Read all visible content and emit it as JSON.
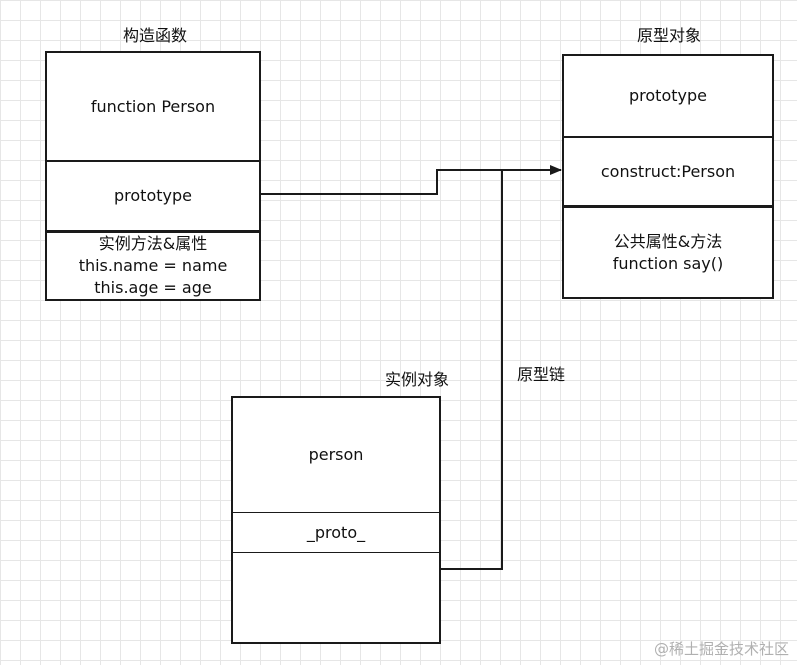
{
  "constructor_group": {
    "title": "构造函数",
    "name_cell": "function Person",
    "prototype_cell": "prototype",
    "members_lines": [
      "实例方法&属性",
      "this.name = name",
      "this.age = age"
    ]
  },
  "prototype_group": {
    "title": "原型对象",
    "prototype_cell": "prototype",
    "constructor_cell": "construct:Person",
    "members_lines": [
      "公共属性&方法",
      "function say()"
    ]
  },
  "instance_group": {
    "title": "实例对象",
    "name_cell": "person",
    "proto_cell": "_proto_",
    "empty_cell": ""
  },
  "chain_label": "原型链",
  "watermark": "@稀土掘金技术社区",
  "colors": {
    "line": "#1a1a1a",
    "grid": "#e6e6e6",
    "watermark": "#b0b0b0"
  }
}
